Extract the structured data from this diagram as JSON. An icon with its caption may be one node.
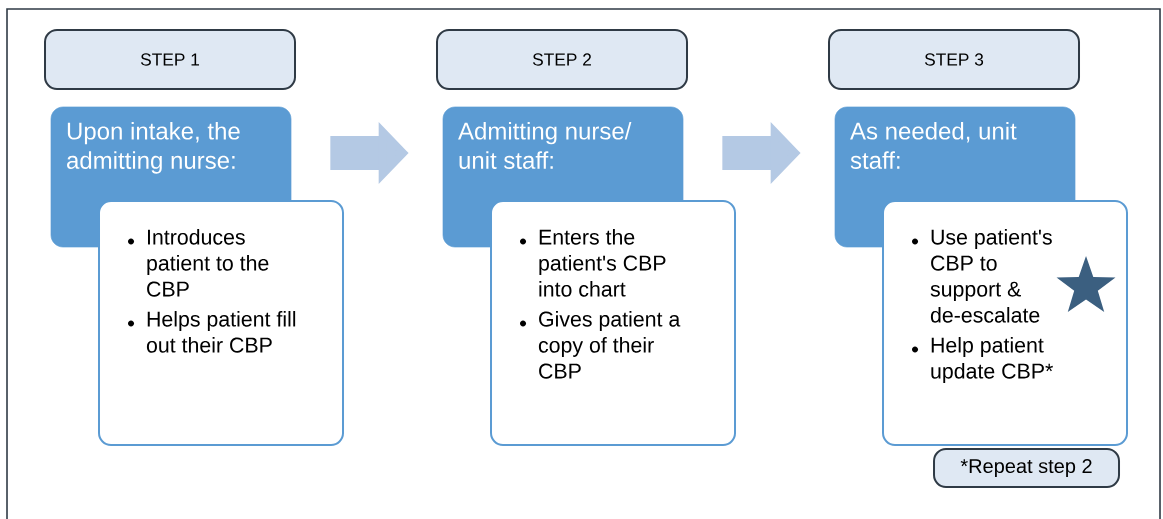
{
  "diagram": {
    "nodes": [
      {
        "text": [
          "STEP 1"
        ]
      },
      {
        "text": [
          "Upon intake, the admitting nurse:"
        ]
      },
      {
        "text": [
          "Introduces patient to the CBP",
          "Helps patient fill out their CBP"
        ]
      },
      {
        "text": [
          "STEP 2"
        ]
      },
      {
        "text": [
          "Admitting nurse/ unit staff:"
        ]
      },
      {
        "text": [
          "Enters the patient's CBP into chart",
          "Gives patient a copy of their CBP"
        ]
      },
      {
        "text": [
          "STEP 3"
        ]
      },
      {
        "text": [
          "As needed, unit staff:"
        ]
      },
      {
        "text": [
          "Use patient's CBP to support & de-escalate",
          "Help patient update CBP*"
        ]
      },
      {
        "text": [
          "*Repeat step 2"
        ]
      }
    ],
    "edges": [
      {
        "from": 1,
        "to": 4,
        "arrow": "to"
      },
      {
        "from": 4,
        "to": 7,
        "arrow": "to"
      }
    ]
  }
}
